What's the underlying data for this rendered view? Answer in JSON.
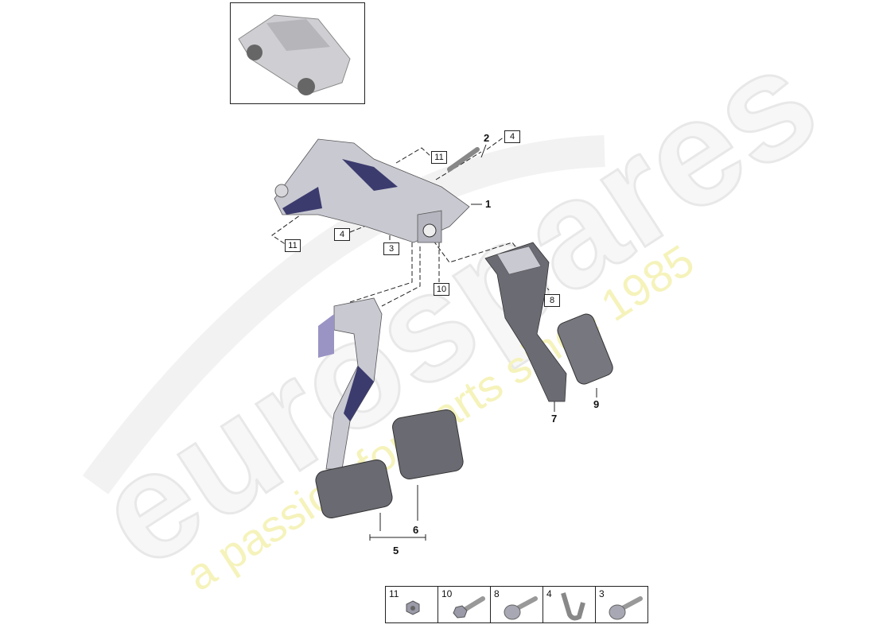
{
  "watermark": {
    "brand": "eurospares",
    "tagline": "a passion for parts since 1985",
    "tagline_color": "#f2f0a0"
  },
  "thumbnail": {
    "subject": "car-overview-icon"
  },
  "callouts": {
    "c11a": "11",
    "c11b": "11",
    "c4a": "4",
    "c2": "2",
    "c1": "1",
    "c4b": "4",
    "c3": "3",
    "c10": "10",
    "c8": "8",
    "c7": "7",
    "c9": "9",
    "c6": "6",
    "c5": "5"
  },
  "legend": [
    {
      "number": "11",
      "icon": "hex-nut-icon"
    },
    {
      "number": "10",
      "icon": "hex-flange-bolt-icon"
    },
    {
      "number": "8",
      "icon": "torx-screw-icon"
    },
    {
      "number": "4",
      "icon": "u-clip-icon"
    },
    {
      "number": "3",
      "icon": "torx-screw-icon"
    }
  ],
  "colors": {
    "part_light": "#c9c9d2",
    "part_shade": "#3c3b6e",
    "line": "#222222"
  }
}
